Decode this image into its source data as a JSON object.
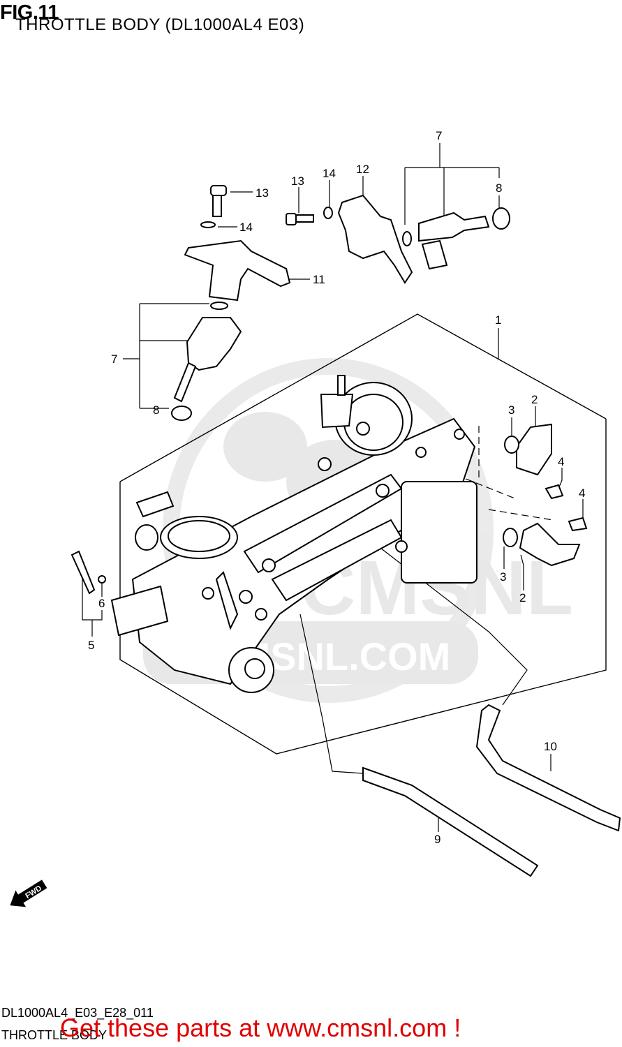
{
  "figure": {
    "number": "FIG.11",
    "title": "THROTTLE BODY (DL1000AL4 E03)"
  },
  "watermark": {
    "logo_text": "CMSNL",
    "url_text": "CMSNL.COM"
  },
  "fwd_label": "FWD",
  "callouts": [
    "1",
    "2",
    "2",
    "3",
    "3",
    "4",
    "4",
    "5",
    "6",
    "7",
    "7",
    "8",
    "8",
    "9",
    "10",
    "11",
    "12",
    "13",
    "13",
    "14",
    "14"
  ],
  "footer": {
    "ref_code": "DL1000AL4_E03_E28_011",
    "title": "THROTTLE BODY"
  },
  "promo": {
    "text": "Get these parts at www.cmsnl.com !",
    "color": "#e00000"
  }
}
